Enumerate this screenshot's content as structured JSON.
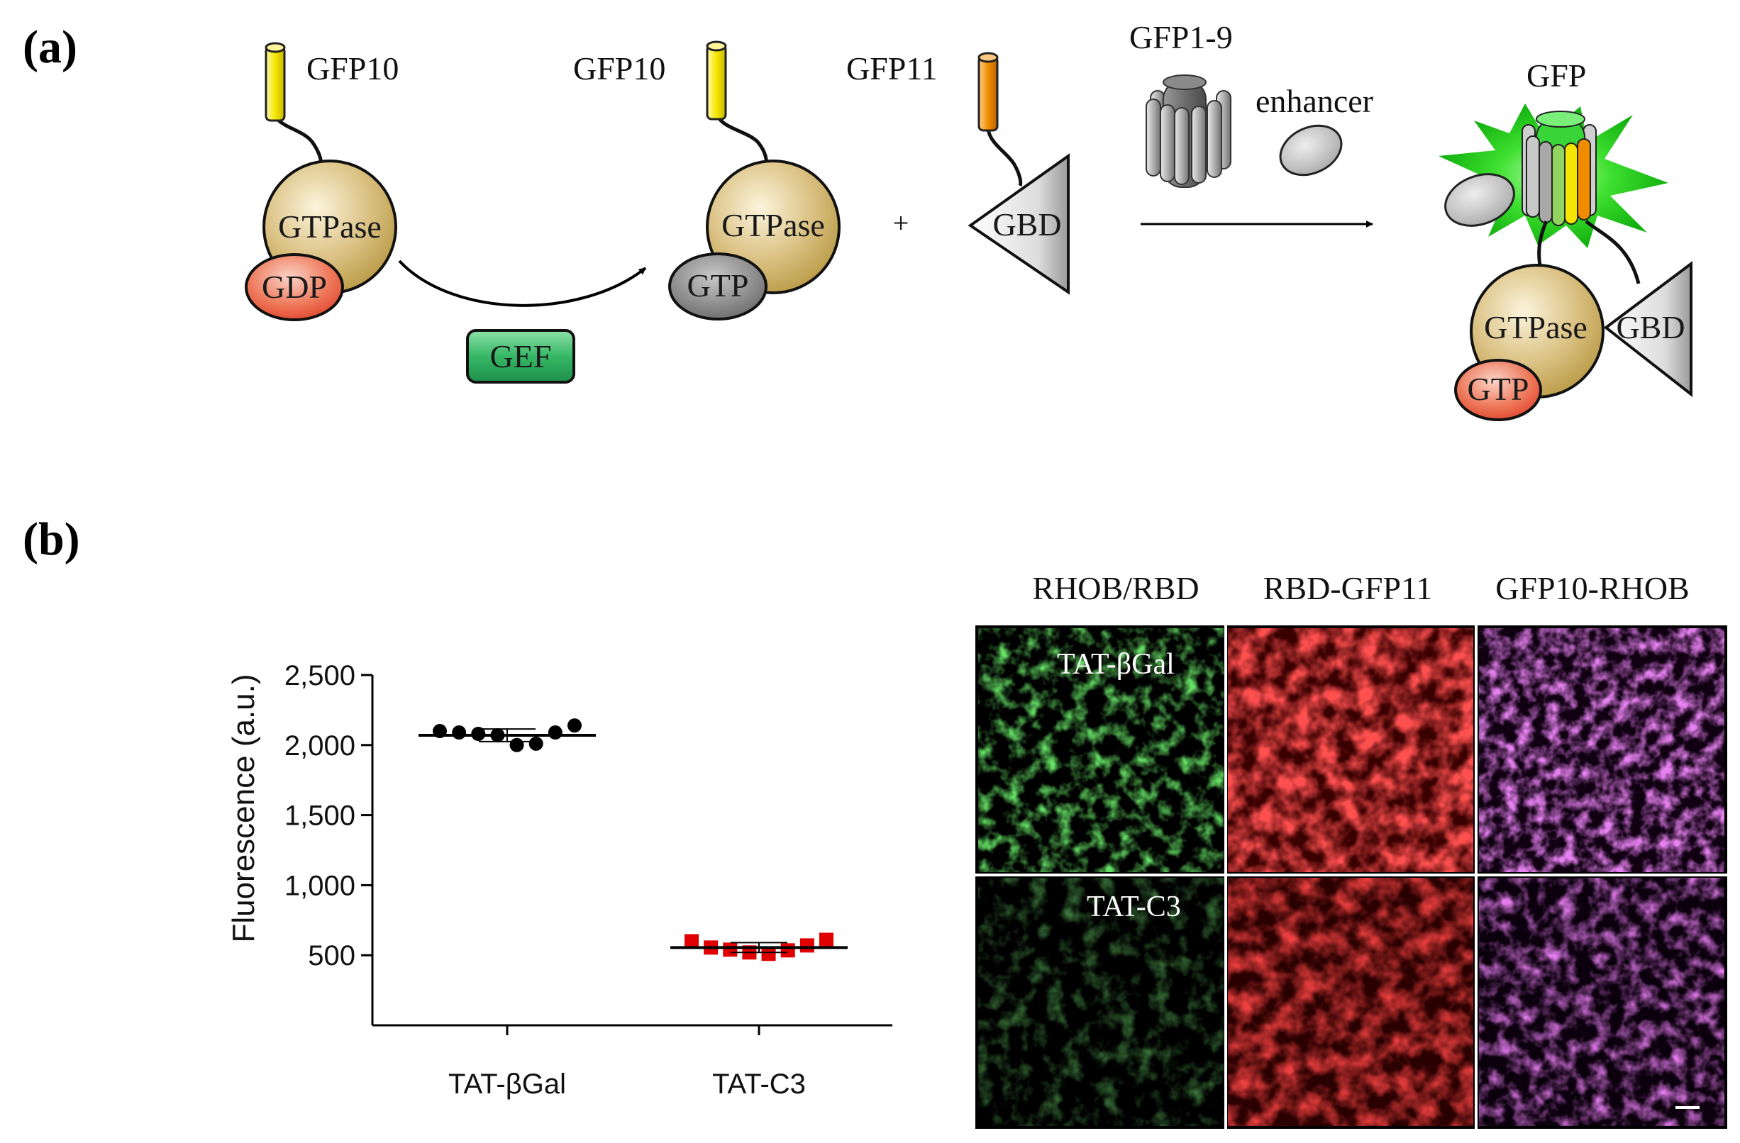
{
  "panel_a": {
    "label": "(a)",
    "gfp10_left": "GFP10",
    "gfp10_mid": "GFP10",
    "gfp11": "GFP11",
    "gfp1_9": "GFP1-9",
    "enhancer": "enhancer",
    "gfp": "GFP",
    "gtpase_left": "GTPase",
    "gdp": "GDP",
    "gef": "GEF",
    "gtpase_mid": "GTPase",
    "gtp_mid": "GTP",
    "plus": "+",
    "gbd_mid": "GBD",
    "gtpase_right": "GTPase",
    "gbd_right": "GBD",
    "gtp_right": "GTP",
    "colors": {
      "gtpase": "#c9ad5a",
      "gdp_gtp_active": "#e8543a",
      "gtp_inactive": "#7a7a7a",
      "gef": "#2fae5f",
      "gfp10": "#f5e600",
      "gfp11": "#f08c00",
      "gfp_glow": "#22d41c"
    }
  },
  "panel_b": {
    "label": "(b)",
    "chart_data": {
      "type": "scatter",
      "title": "",
      "xlabel": "",
      "ylabel": "Fluorescence (a.u.)",
      "categories": [
        "TAT-βGal",
        "TAT-C3"
      ],
      "yticks": [
        "2,500",
        "2,000",
        "1,500",
        "1,000",
        "500"
      ],
      "ytick_values": [
        2500,
        2000,
        1500,
        1000,
        500
      ],
      "ylim": [
        0,
        2500
      ],
      "series": [
        {
          "values": [
            2100,
            2090,
            2080,
            2070,
            2000,
            2010,
            2090,
            2140
          ],
          "mean": 2070,
          "sd": 45,
          "color": "#000000",
          "marker": "circle"
        },
        {
          "values": [
            600,
            555,
            540,
            520,
            510,
            535,
            570,
            610
          ],
          "mean": 555,
          "sd": 35,
          "color": "#e00000",
          "marker": "square"
        }
      ]
    },
    "images": {
      "column_headers": [
        "RHOB/RBD",
        "RBD-GFP11",
        "GFP10-RHOB"
      ],
      "row_labels": [
        "TAT-βGal",
        "TAT-C3"
      ],
      "channel_colors": [
        "#39c339",
        "#ff2020",
        "#c83cdc"
      ]
    }
  }
}
